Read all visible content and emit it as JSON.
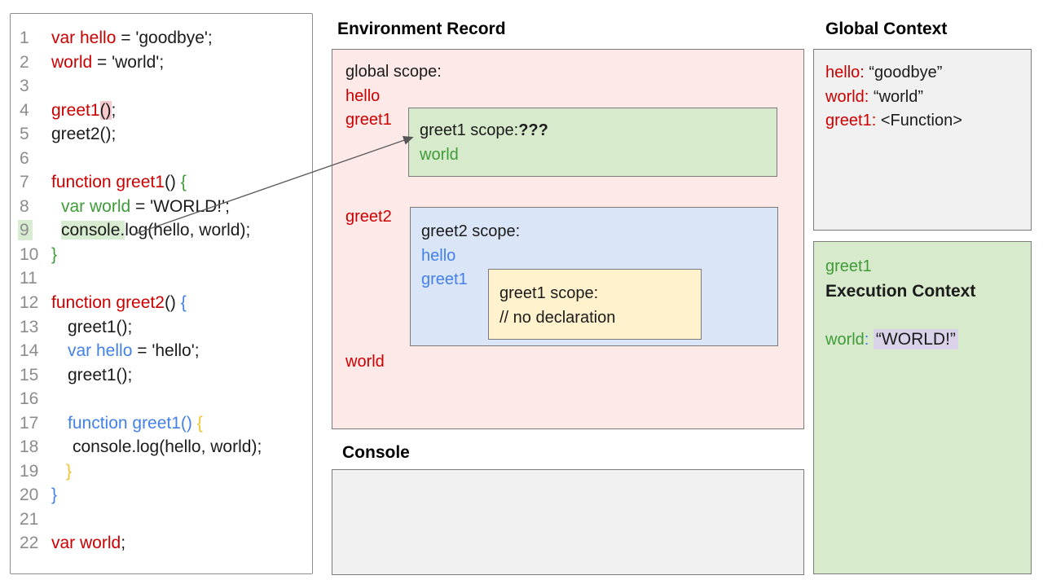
{
  "palette": {
    "red": "#cc0000",
    "green": "#3f9b38",
    "blue": "#4380e8",
    "yellow": "#f1c232",
    "pink_box": "#fce9e8",
    "green_box": "#d7eacc",
    "blue_box": "#dae6f7",
    "yellow_box": "#fff2cc",
    "gray_box": "#f1f1f1",
    "lavender_highlight": "#d9d2e9"
  },
  "code": {
    "lines": [
      {
        "n": "1",
        "ind": 0,
        "segs": [
          {
            "t": "var hello",
            "c": "red"
          },
          {
            "t": " = 'goodbye';",
            "c": "k"
          }
        ]
      },
      {
        "n": "2",
        "ind": 0,
        "segs": [
          {
            "t": "world",
            "c": "red"
          },
          {
            "t": " = 'world';",
            "c": "k"
          }
        ]
      },
      {
        "n": "3",
        "ind": 0,
        "segs": []
      },
      {
        "n": "4",
        "ind": 0,
        "segs": [
          {
            "t": "greet1",
            "c": "red"
          },
          {
            "t": "()",
            "c": "k",
            "h": "pink"
          },
          {
            "t": ";",
            "c": "k"
          }
        ]
      },
      {
        "n": "5",
        "ind": 0,
        "segs": [
          {
            "t": "greet2();",
            "c": "k"
          }
        ]
      },
      {
        "n": "6",
        "ind": 0,
        "segs": []
      },
      {
        "n": "7",
        "ind": 0,
        "segs": [
          {
            "t": "function greet1",
            "c": "red"
          },
          {
            "t": "() ",
            "c": "k"
          },
          {
            "t": "{",
            "c": "green"
          }
        ]
      },
      {
        "n": "8",
        "ind": 12,
        "segs": [
          {
            "t": "var world",
            "c": "green"
          },
          {
            "t": " = 'WORLD!';",
            "c": "k"
          }
        ]
      },
      {
        "n": "9",
        "ind": 12,
        "numH": true,
        "segs": [
          {
            "t": "console.",
            "c": "k",
            "h": "green"
          },
          {
            "t": "log(hello, world);",
            "c": "k"
          }
        ]
      },
      {
        "n": "10",
        "ind": 0,
        "segs": [
          {
            "t": "}",
            "c": "green"
          }
        ]
      },
      {
        "n": "11",
        "ind": 0,
        "segs": []
      },
      {
        "n": "12",
        "ind": 0,
        "segs": [
          {
            "t": "function greet2",
            "c": "red"
          },
          {
            "t": "() ",
            "c": "k"
          },
          {
            "t": "{",
            "c": "blue"
          }
        ]
      },
      {
        "n": "13",
        "ind": 20,
        "segs": [
          {
            "t": "greet1();",
            "c": "k"
          }
        ]
      },
      {
        "n": "14",
        "ind": 20,
        "segs": [
          {
            "t": "var hello",
            "c": "blue"
          },
          {
            "t": " = 'hello';",
            "c": "k"
          }
        ]
      },
      {
        "n": "15",
        "ind": 20,
        "segs": [
          {
            "t": "greet1();",
            "c": "k"
          }
        ]
      },
      {
        "n": "16",
        "ind": 0,
        "segs": []
      },
      {
        "n": "17",
        "ind": 20,
        "segs": [
          {
            "t": "function greet1() ",
            "c": "blue"
          },
          {
            "t": "{",
            "c": "yellow"
          }
        ]
      },
      {
        "n": "18",
        "ind": 26,
        "segs": [
          {
            "t": "console.log(hello, world);",
            "c": "k"
          }
        ]
      },
      {
        "n": "19",
        "ind": 18,
        "segs": [
          {
            "t": "}",
            "c": "yellow"
          }
        ]
      },
      {
        "n": "20",
        "ind": 0,
        "segs": [
          {
            "t": "}",
            "c": "blue"
          }
        ]
      },
      {
        "n": "21",
        "ind": 0,
        "segs": []
      },
      {
        "n": "22",
        "ind": 0,
        "segs": [
          {
            "t": "var world",
            "c": "red"
          },
          {
            "t": ";",
            "c": "k"
          }
        ]
      }
    ]
  },
  "environment_record": {
    "title": "Environment Record",
    "global_scope_label": "global scope:",
    "global_var_hello": "hello",
    "global_var_greet1": "greet1",
    "global_var_greet2": "greet2",
    "global_var_world": "world",
    "greet1_scope": {
      "label": "greet1 scope:",
      "question": "???",
      "var_world": "world"
    },
    "greet2_scope": {
      "label": "greet2 scope:",
      "var_hello": "hello",
      "var_greet1": "greet1"
    },
    "greet1_inner_scope": {
      "label": "greet1 scope:",
      "comment": "// no declaration"
    }
  },
  "console_section": {
    "title": "Console"
  },
  "global_context": {
    "title": "Global Context",
    "entries": [
      {
        "name": "hello:",
        "value": " “goodbye”"
      },
      {
        "name": "world:",
        "value": " “world”"
      },
      {
        "name": "greet1:",
        "value": " <Function>"
      }
    ]
  },
  "execution_context": {
    "fn_name": "greet1",
    "title": "Execution Context",
    "var_name": "world",
    "colon": ":",
    "value": "“WORLD!”"
  }
}
